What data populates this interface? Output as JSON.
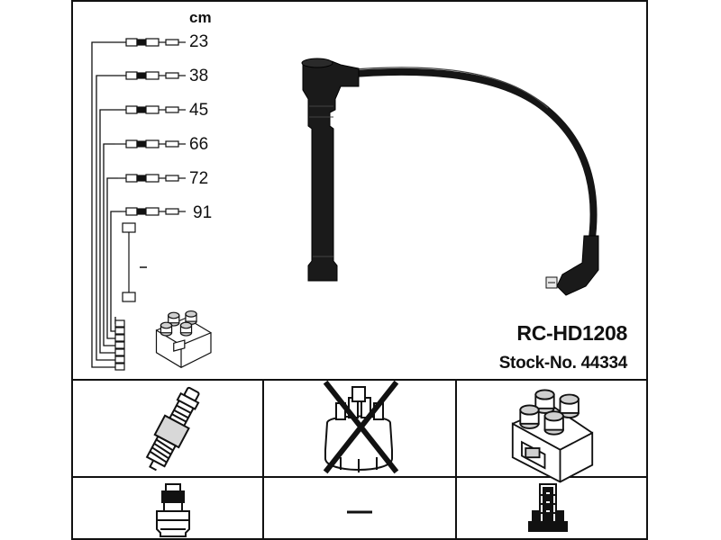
{
  "unit_label": "cm",
  "lengths": [
    "23",
    "38",
    "45",
    "66",
    "72",
    "91"
  ],
  "product": {
    "code": "RC-HD1208",
    "stock_label": "Stock-No.",
    "stock_number": "44334"
  },
  "components": {
    "spark_plug": "spark-plug",
    "distributor_cap": "distributor-cap-not-applicable",
    "ignition_coil": "ignition-coil",
    "plug_boot": "plug-boot",
    "none_marker": "dash",
    "coil_connector": "coil-connector"
  },
  "colors": {
    "ink": "#111111",
    "paper": "#ffffff",
    "shade": "#cfcfcf"
  }
}
